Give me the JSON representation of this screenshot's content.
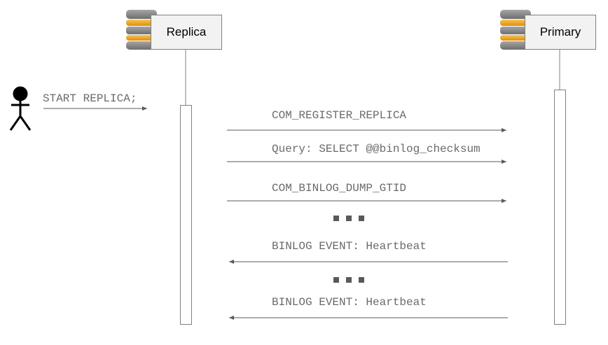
{
  "participants": {
    "replica": {
      "label": "Replica",
      "icon": "database-icon"
    },
    "primary": {
      "label": "Primary",
      "icon": "database-icon"
    }
  },
  "actor": {
    "icon": "stick-figure-icon",
    "command": "START REPLICA;"
  },
  "messages": [
    {
      "label": "COM_REGISTER_REPLICA",
      "direction": "replica-to-primary"
    },
    {
      "label": "Query: SELECT @@binlog_checksum",
      "direction": "replica-to-primary"
    },
    {
      "label": "COM_BINLOG_DUMP_GTID",
      "direction": "replica-to-primary"
    },
    {
      "label": "BINLOG EVENT: Heartbeat",
      "direction": "primary-to-replica"
    },
    {
      "label": "BINLOG EVENT: Heartbeat",
      "direction": "primary-to-replica"
    }
  ],
  "colors": {
    "database_gold": "#f2a51a",
    "database_gray": "#8c8c8c",
    "arrow": "#595959",
    "text": "#6a6a6a"
  }
}
